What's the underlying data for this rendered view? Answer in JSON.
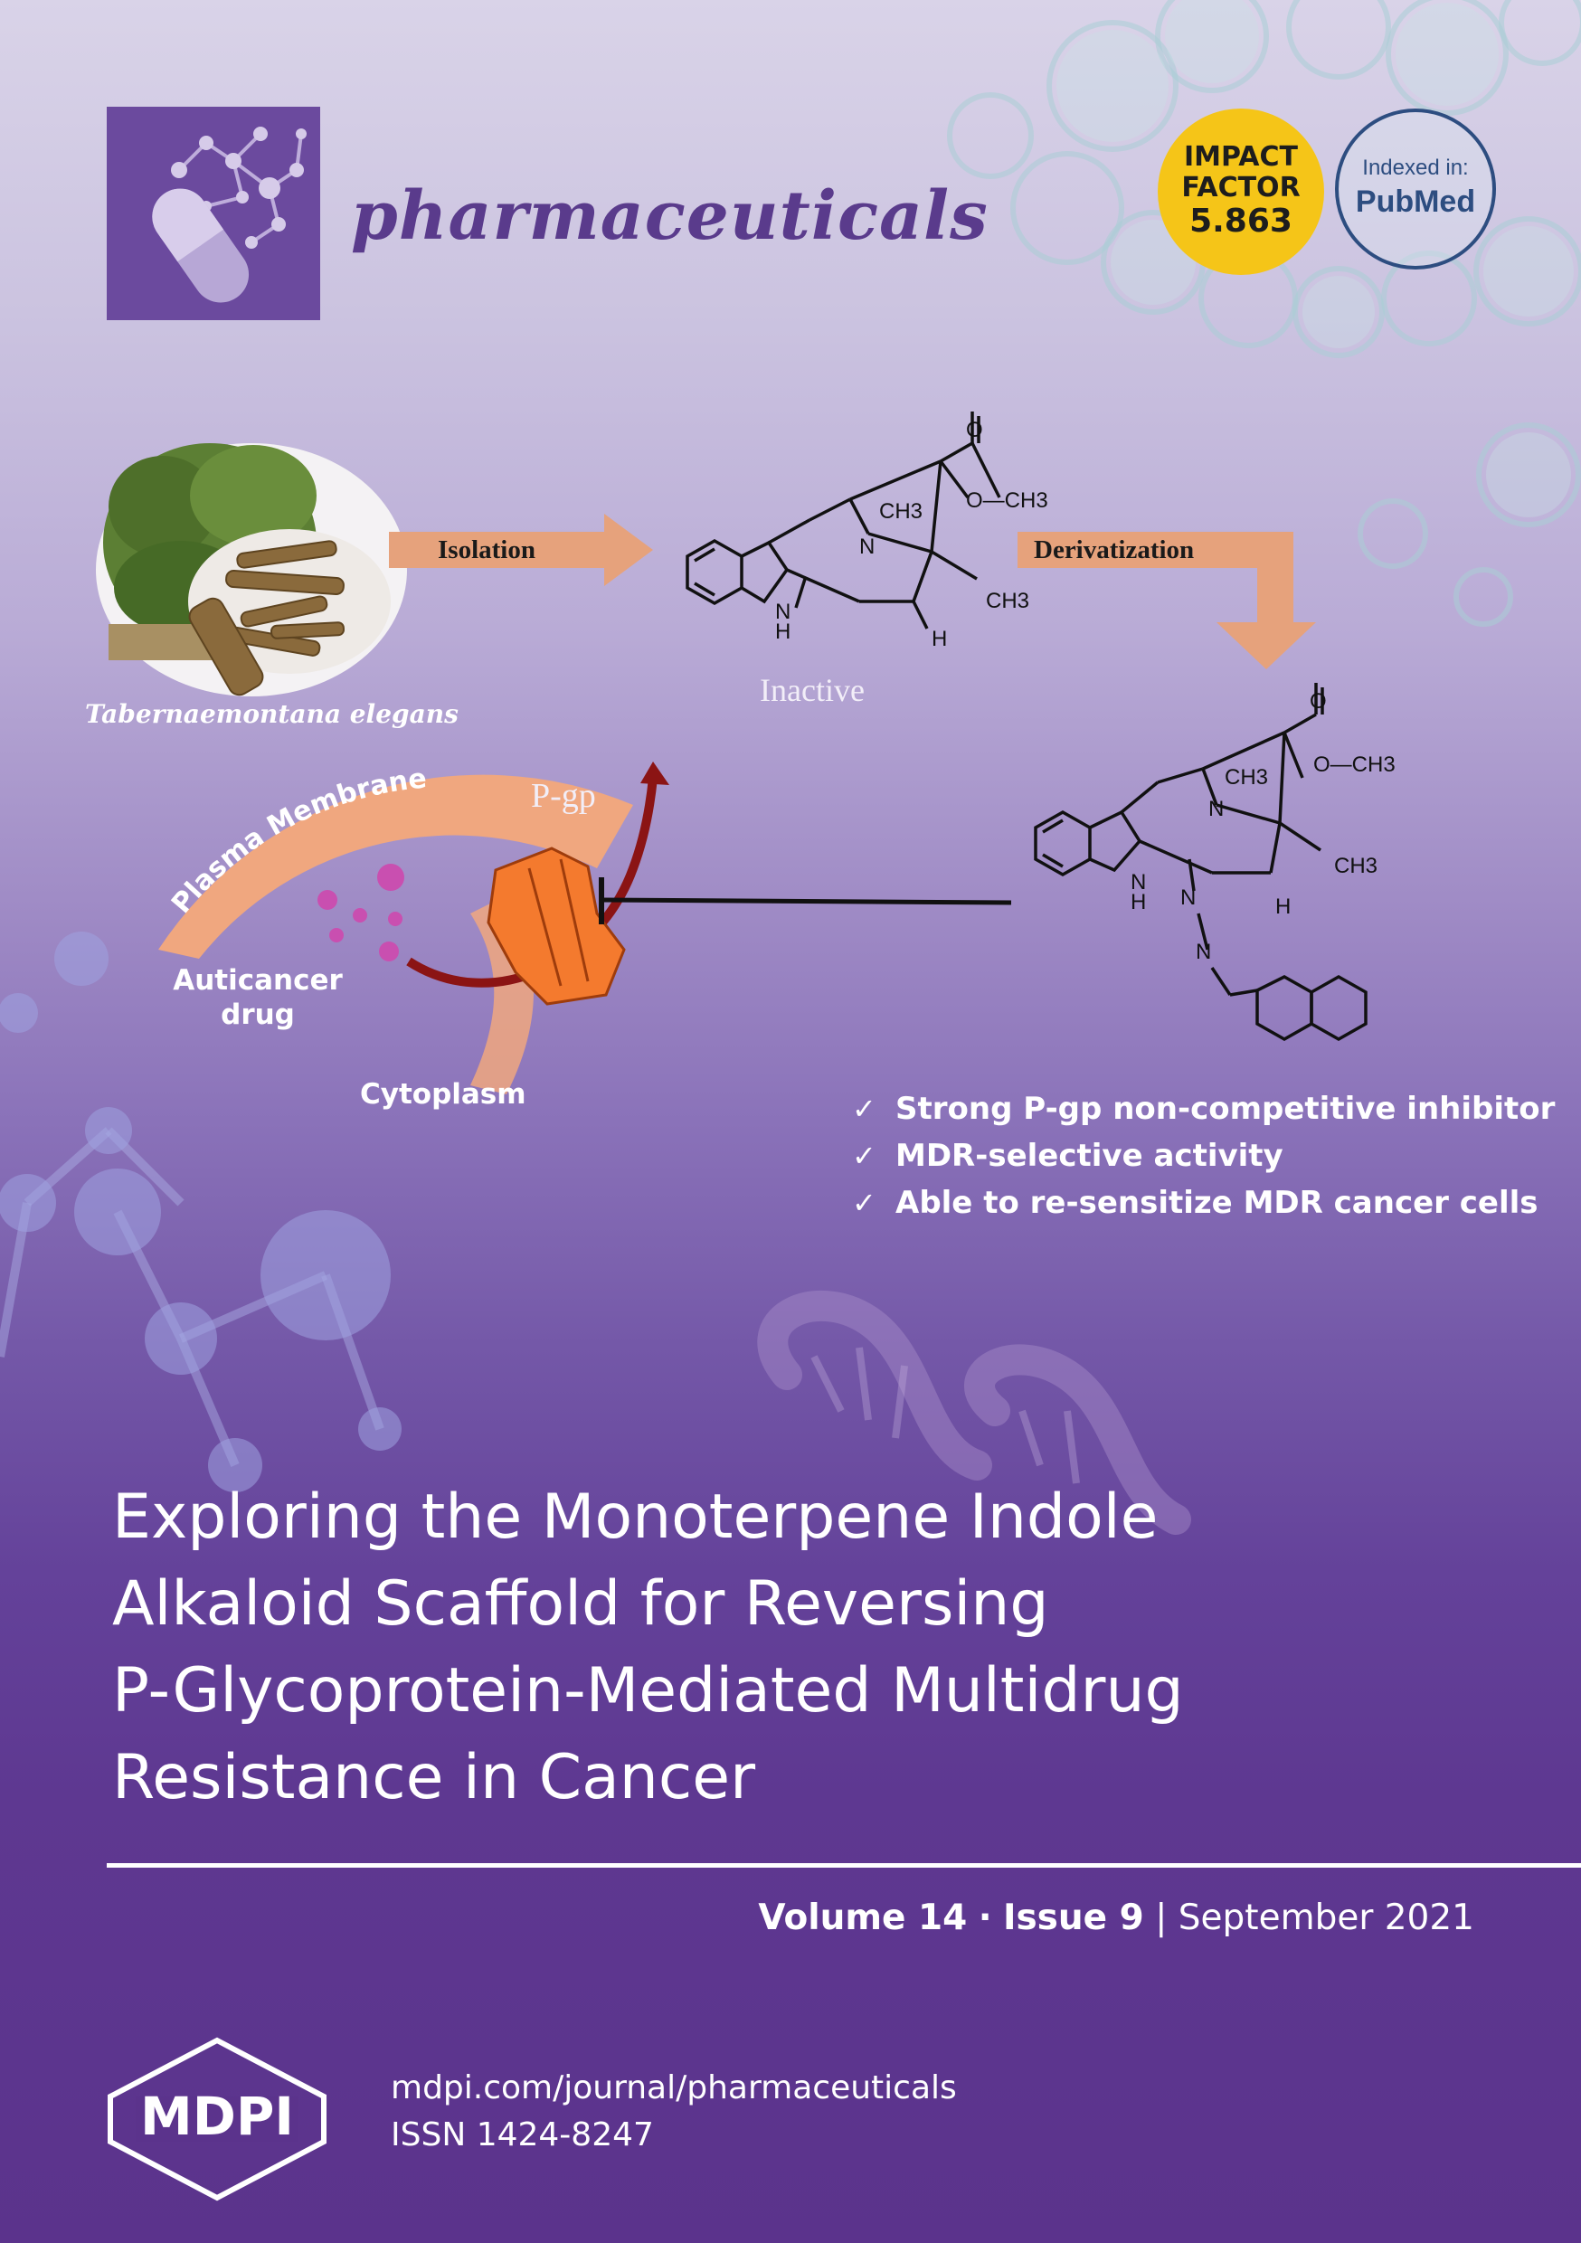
{
  "journal": {
    "name": "pharmaceuticals",
    "impact_factor": {
      "line1": "IMPACT",
      "line2": "FACTOR",
      "value": "5.863"
    },
    "indexed": {
      "label": "Indexed in:",
      "database": "PubMed"
    }
  },
  "graphical_abstract": {
    "plant_name": "Tabernaemontana elegans",
    "isolation_label": "Isolation",
    "derivatization_label": "Derivatization",
    "inactive_label": "Inactive",
    "pgp_label": "P-gp",
    "membrane_label": "Plasma Membrane",
    "drug_label_line1": "Auticancer",
    "drug_label_line2": "drug",
    "cytoplasm_label": "Cytoplasm",
    "features": [
      "Strong P-gp non-competitive inhibitor",
      "MDR-selective activity",
      "Able to re-sensitize MDR cancer cells"
    ],
    "chem_labels": {
      "o": "O",
      "och3": "O—CH3",
      "ch3": "CH3",
      "n": "N",
      "nh": "N",
      "h_of_nh": "H",
      "h": "H"
    }
  },
  "article": {
    "title_lines": [
      "Exploring the Monoterpene Indole",
      "Alkaloid Scaffold for Reversing",
      "P-Glycoprotein-Mediated Multidrug",
      "Resistance in Cancer"
    ]
  },
  "issue": {
    "volume": "Volume 14",
    "separator": "·",
    "issue": "Issue 9",
    "bar": "|",
    "date": "September 2021"
  },
  "publisher": {
    "logo_text": "MDPI",
    "url": "mdpi.com/journal/pharmaceuticals",
    "issn": "ISSN 1424-8247"
  }
}
